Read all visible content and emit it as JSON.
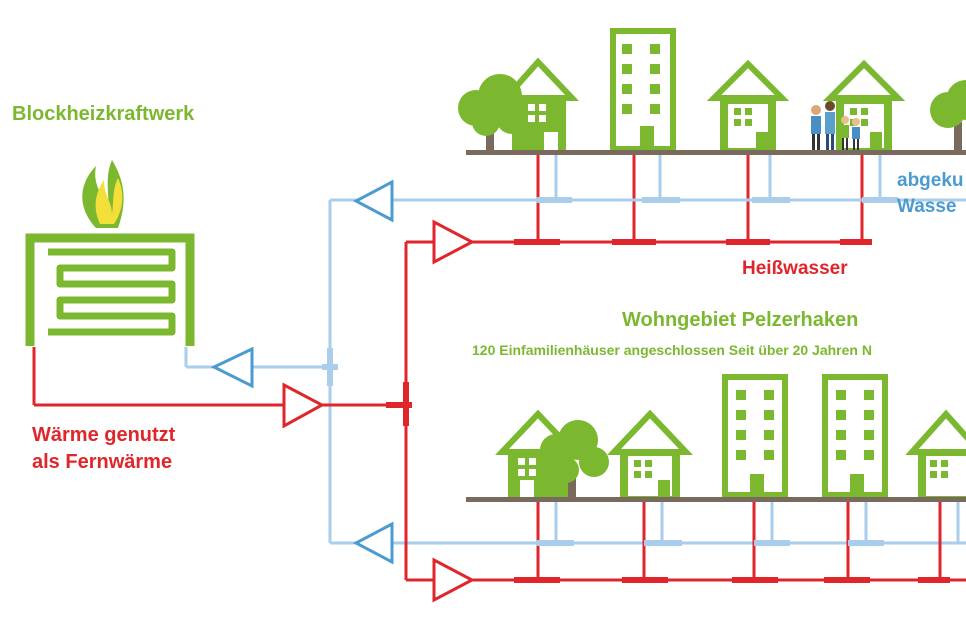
{
  "labels": {
    "chp_plant": "Blockheizkraftwerk",
    "heat_used_line1": "Wärme genutzt",
    "heat_used_line2": "als Fernwärme",
    "hot_water": "Heißwasser",
    "cooled_water_line1": "abgeku",
    "cooled_water_line2": "Wasse",
    "district_name": "Wohngebiet Pelzerhaken",
    "district_info": "120 Einfamilienhäuser angeschlossen Seit über 20 Jahren N"
  },
  "colors": {
    "green": "#7cb82f",
    "red": "#e0262b",
    "blue": "#a9cdea",
    "blue_text": "#4b9bd0",
    "flame_yellow": "#f2df3a",
    "street": "#7a6a5e"
  },
  "icons": {
    "plant": "heat-exchanger-icon",
    "flame": "flame-icon",
    "supply_arrow": "triangle-arrow-icon",
    "house": "house-icon",
    "tower": "apartment-building-icon",
    "tree": "tree-icon",
    "family": "family-icon"
  }
}
